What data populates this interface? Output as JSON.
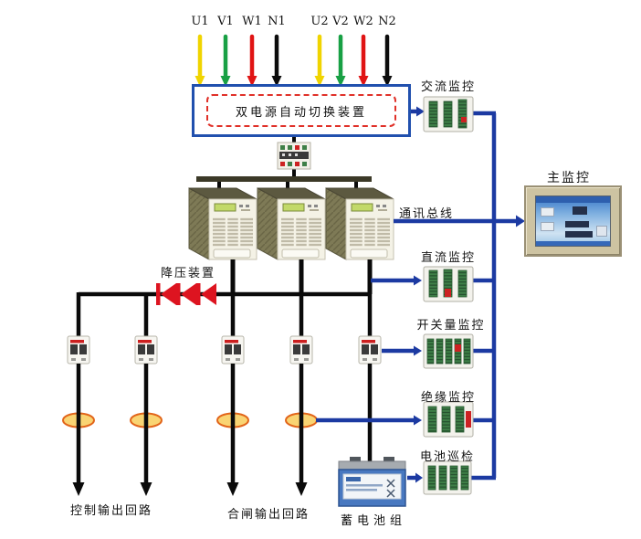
{
  "phase_labels": [
    "U1",
    "V1",
    "W1",
    "N1",
    "U2",
    "V2",
    "W2",
    "N2"
  ],
  "phase_colors": [
    "#f0d400",
    "#18a044",
    "#e01414",
    "#0c0c0c",
    "#f0d400",
    "#18a044",
    "#e01414",
    "#0c0c0c"
  ],
  "ats_box": {
    "label": "双电源自动切换装置"
  },
  "right_modules": {
    "ac_monitor": {
      "label": "交流监控"
    },
    "dc_monitor": {
      "label": "直流监控"
    },
    "switch_monitor": {
      "label": "开关量监控"
    },
    "insulation_monitor": {
      "label": "绝缘监控"
    },
    "battery_inspection": {
      "label": "电池巡检"
    }
  },
  "main_monitor": {
    "label": "主监控"
  },
  "comm_bus": {
    "label": "通讯总线"
  },
  "stepdown": {
    "label": "降压装置"
  },
  "battery_pack": {
    "label": "蓄电池组"
  },
  "output_circuits": {
    "control": {
      "label": "控制输出回路"
    },
    "closing": {
      "label": "合闸输出回路"
    }
  },
  "colors": {
    "line_blue": "#1c3aa2",
    "box_border_blue": "#2150ae",
    "dashed_red": "#e03028",
    "diode_red": "#dd1420",
    "phase_yellow": "#f0d400",
    "phase_green": "#18a044",
    "phase_red": "#e01414",
    "phase_black": "#0c0c0c",
    "ct_fill": "#f9d473",
    "ct_stroke": "#e2651a"
  }
}
